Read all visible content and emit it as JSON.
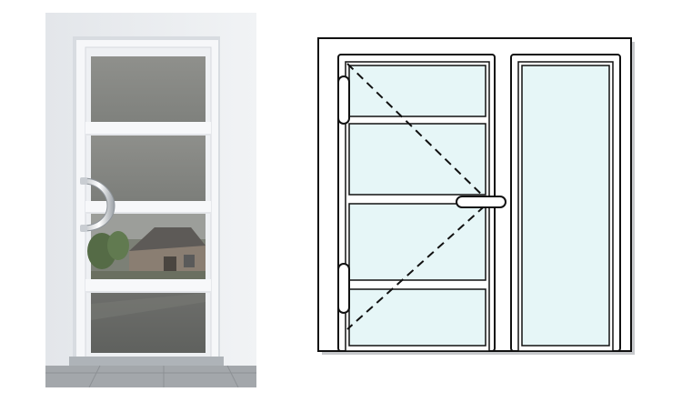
{
  "scene": {
    "left_panel": "photo-of-door",
    "right_panel": "technical-drawing-of-door"
  },
  "colors": {
    "wall": "#eef0f3",
    "frame": "#f7f8fa",
    "frame_shadow": "#c9ced6",
    "glass_top": "#8c8d8a",
    "glass_reflection": "#6e7a66",
    "floor": "#9ea2a6",
    "drawing_line": "#111111",
    "drawing_glass": "#e6f6f7",
    "drawing_shadow": "#c7c9cc"
  },
  "photo": {
    "glass_panes": 4,
    "handle": "crescent-bar-handle"
  },
  "drawing": {
    "leaves": 2,
    "left_leaf_panes": 4,
    "right_leaf_panes": 1,
    "hinges": 2,
    "handle": "lever-handle",
    "opening_indicator": "dashed-triangle"
  }
}
